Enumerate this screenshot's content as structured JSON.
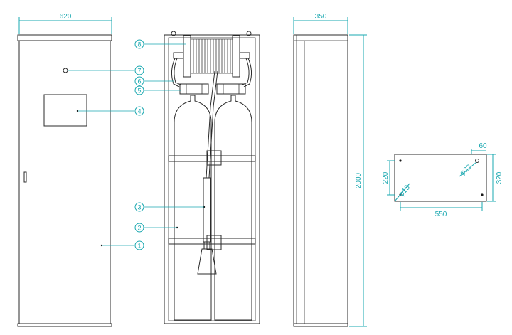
{
  "dimensions": {
    "cabinet_width": "620",
    "cabinet_depth": "350",
    "cabinet_height": "2000",
    "base_h1": "220",
    "base_h2": "320",
    "base_offset": "60",
    "base_width": "550",
    "hole_small": "φ15",
    "hole_large": "φ22"
  },
  "callouts": [
    "1",
    "2",
    "3",
    "4",
    "5",
    "6",
    "7",
    "8"
  ],
  "colors": {
    "dimension": "#1aa8b0",
    "outline": "#2b2b2b"
  }
}
